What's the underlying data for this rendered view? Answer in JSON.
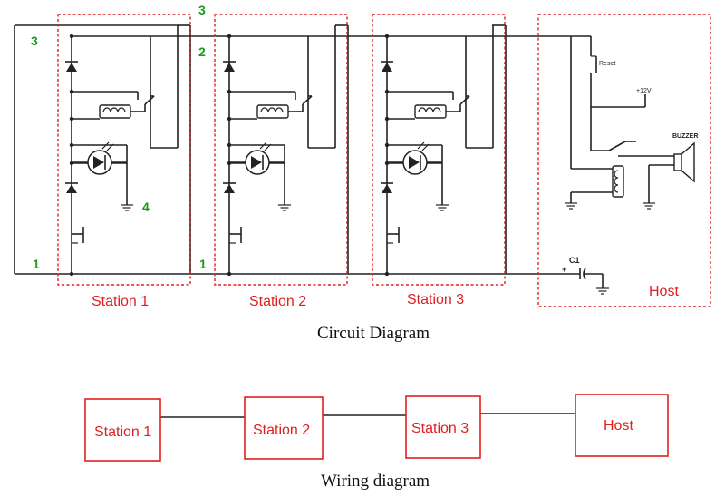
{
  "circuit": {
    "caption": "Circuit Diagram",
    "stations": [
      {
        "label": "Station 1"
      },
      {
        "label": "Station 2"
      },
      {
        "label": "Station 3"
      }
    ],
    "host": {
      "label": "Host",
      "reset_label": "Reset",
      "supply_label": "+12V",
      "buzzer_label": "BUZZER",
      "capacitor_label": "C1",
      "capacitor_polarity": "+"
    },
    "wire_numbers": {
      "top_left": "3",
      "top_mid": "3",
      "second_mid": "2",
      "ground_left": "1",
      "ground_mid": "1",
      "station1_ground": "4"
    }
  },
  "wiring": {
    "caption": "Wiring diagram",
    "boxes": [
      {
        "label": "Station 1"
      },
      {
        "label": "Station 2"
      },
      {
        "label": "Station 3"
      },
      {
        "label": "Host"
      }
    ]
  },
  "colors": {
    "accent": "#e02020",
    "wire_numbers": "#1a9a1a",
    "wire": "#222222"
  }
}
